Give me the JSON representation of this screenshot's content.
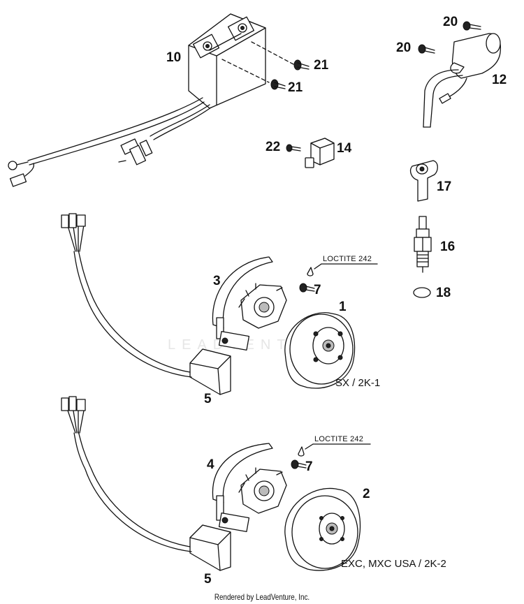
{
  "callouts": {
    "p10": "10",
    "p21a": "21",
    "p21b": "21",
    "p20a": "20",
    "p20b": "20",
    "p12": "12",
    "p22": "22",
    "p14": "14",
    "p17": "17",
    "p16": "16",
    "p18": "18",
    "p3": "3",
    "p7a": "7",
    "p1": "1",
    "p5a": "5",
    "p4": "4",
    "p7b": "7",
    "p2": "2",
    "p5b": "5"
  },
  "notes": {
    "loctite_top": "LOCTITE 242",
    "loctite_bottom": "LOCTITE 242"
  },
  "variants": {
    "top": "SX / 2K-1",
    "bottom": "EXC, MXC USA / 2K-2"
  },
  "watermark": "LEADVENTURE",
  "footer": "Rendered by LeadVenture, Inc."
}
